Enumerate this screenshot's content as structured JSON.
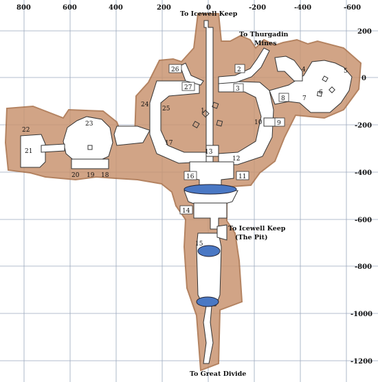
{
  "colors": {
    "background": "#ffffff",
    "grid": "#9aa7bd",
    "rock_shading": "#b8835a",
    "cave_floor": "#ffffff",
    "water": "#4a78c4",
    "label_box": "#ffffff",
    "text": "#111111"
  },
  "axes": {
    "top_labels": [
      "800",
      "600",
      "400",
      "200",
      "0",
      "-200",
      "-400",
      "-600"
    ],
    "right_labels": [
      "200",
      "0",
      "-200",
      "-400",
      "-600",
      "-800",
      "-1000",
      "-1200"
    ]
  },
  "places": {
    "icewell_keep": "To Icewell Keep",
    "thurgadin_line1": "To Thurgadin",
    "thurgadin_line2": "Mines",
    "pit_line1": "To Icewell Keep",
    "pit_line2": "(The Pit)",
    "great_divide": "To Great Divide"
  },
  "rooms": [
    "1",
    "2",
    "3",
    "4",
    "5",
    "6",
    "7",
    "8",
    "9",
    "10",
    "11",
    "12",
    "13",
    "14",
    "15",
    "16",
    "17",
    "18",
    "19",
    "20",
    "21",
    "22",
    "23",
    "24",
    "25",
    "26",
    "27"
  ]
}
